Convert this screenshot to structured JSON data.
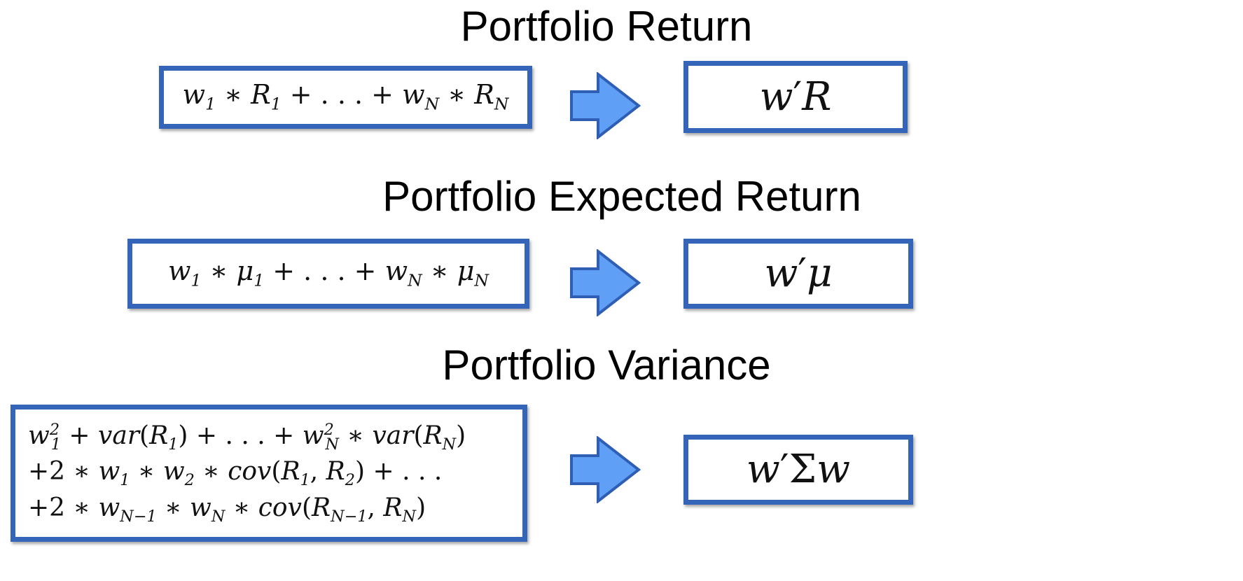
{
  "sections": [
    {
      "title": "Portfolio Return",
      "expanded": "w₁ * R₁ + . . . + w_N * R_N",
      "compact": "w′R"
    },
    {
      "title": "Portfolio Expected Return",
      "expanded": "w₁ * μ₁ + . . . + w_N * μ_N",
      "compact": "w′μ"
    },
    {
      "title": "Portfolio Variance",
      "expanded_lines": [
        "w₁² + var(R₁) + . . . + w_N² * var(R_N)",
        "+2 * w₁ * w₂ * cov(R₁, R₂) + . . .",
        "+2 * w_{N−1} * w_N * cov(R_{N−1}, R_N)"
      ],
      "compact": "w′Σw"
    }
  ],
  "colors": {
    "box_border": "#3565b8",
    "arrow_fill": "#5f9ff5",
    "arrow_stroke": "#2f5fb5"
  },
  "icons": [
    "right-arrow-icon"
  ]
}
